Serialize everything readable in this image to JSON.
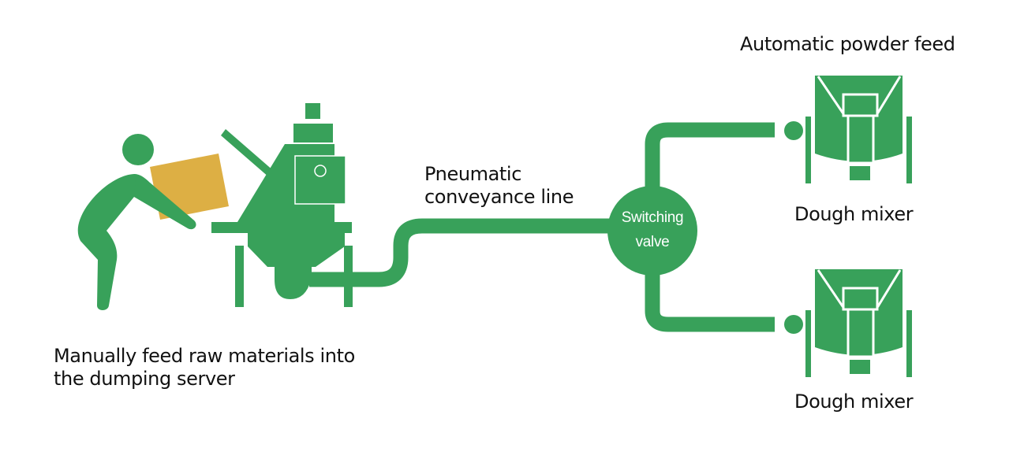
{
  "colors": {
    "equipment": "#38A15A",
    "box": "#DDAF44",
    "text": "#111111",
    "background": "#FFFFFF"
  },
  "labels": {
    "operator": [
      "Manually feed raw materials into",
      "the dumping server"
    ],
    "conveyance": [
      "Pneumatic",
      "conveyance line"
    ],
    "valve": [
      "Switching",
      "valve"
    ],
    "auto_feed": "Automatic powder feed",
    "mixer_top": "Dough mixer",
    "mixer_bottom": "Dough mixer"
  },
  "nodes": [
    {
      "id": "operator",
      "type": "person-icon"
    },
    {
      "id": "raw-material-box",
      "type": "box-icon"
    },
    {
      "id": "dumping-server",
      "type": "machine-icon"
    },
    {
      "id": "pneumatic-line",
      "type": "pipe"
    },
    {
      "id": "switching-valve",
      "type": "valve"
    },
    {
      "id": "dough-mixer-1",
      "type": "mixer-icon"
    },
    {
      "id": "dough-mixer-2",
      "type": "mixer-icon"
    }
  ],
  "edges": [
    {
      "from": "operator",
      "to": "dumping-server",
      "label": "Manually feed raw materials into the dumping server"
    },
    {
      "from": "dumping-server",
      "to": "switching-valve",
      "label": "Pneumatic conveyance line"
    },
    {
      "from": "switching-valve",
      "to": "dough-mixer-1",
      "label": "Automatic powder feed"
    },
    {
      "from": "switching-valve",
      "to": "dough-mixer-2",
      "label": ""
    }
  ]
}
